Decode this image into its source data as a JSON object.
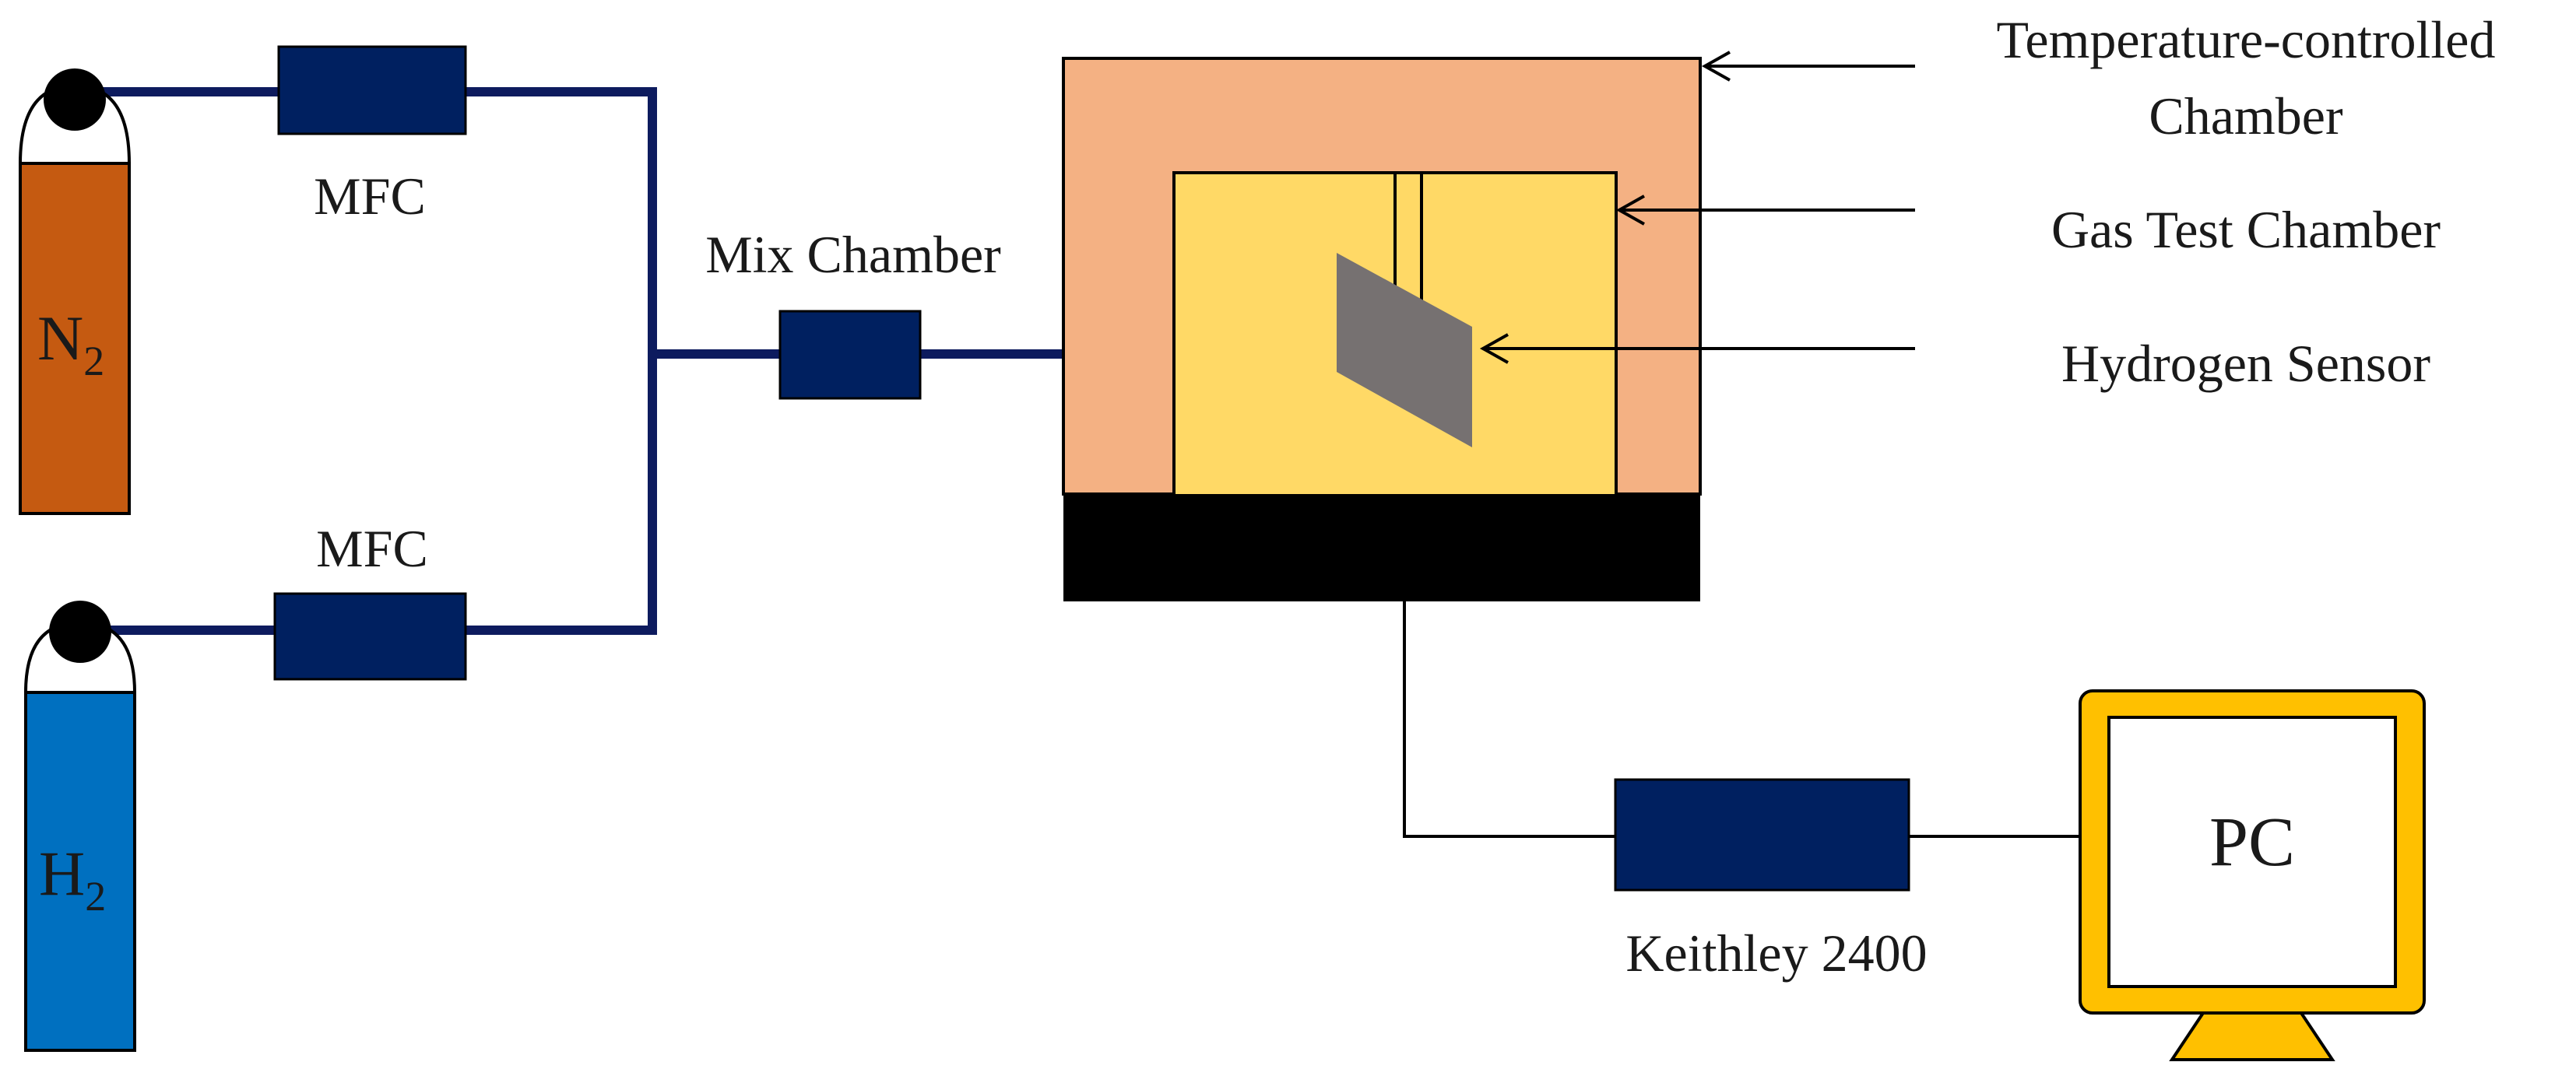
{
  "labels": {
    "mfc_top": "MFC",
    "mfc_bottom": "MFC",
    "mix_chamber": "Mix Chamber",
    "temp_chamber_line1": "Temperature-controlled",
    "temp_chamber_line2": "Chamber",
    "gas_test_chamber": "Gas Test Chamber",
    "hydrogen_sensor": "Hydrogen Sensor",
    "keithley": "Keithley 2400",
    "pc": "PC"
  },
  "cylinders": {
    "n2": {
      "element": "N",
      "subscript": "2"
    },
    "h2": {
      "element": "H",
      "subscript": "2"
    }
  },
  "colors": {
    "pipe": "#0d1b5e",
    "device": "#002060",
    "n2_cylinder": "#c55a11",
    "h2_cylinder": "#0070c0",
    "temp_chamber": "#f4b183",
    "gas_chamber": "#ffd966",
    "sensor": "#767171",
    "base": "#000000",
    "pc_frame": "#ffc000"
  }
}
